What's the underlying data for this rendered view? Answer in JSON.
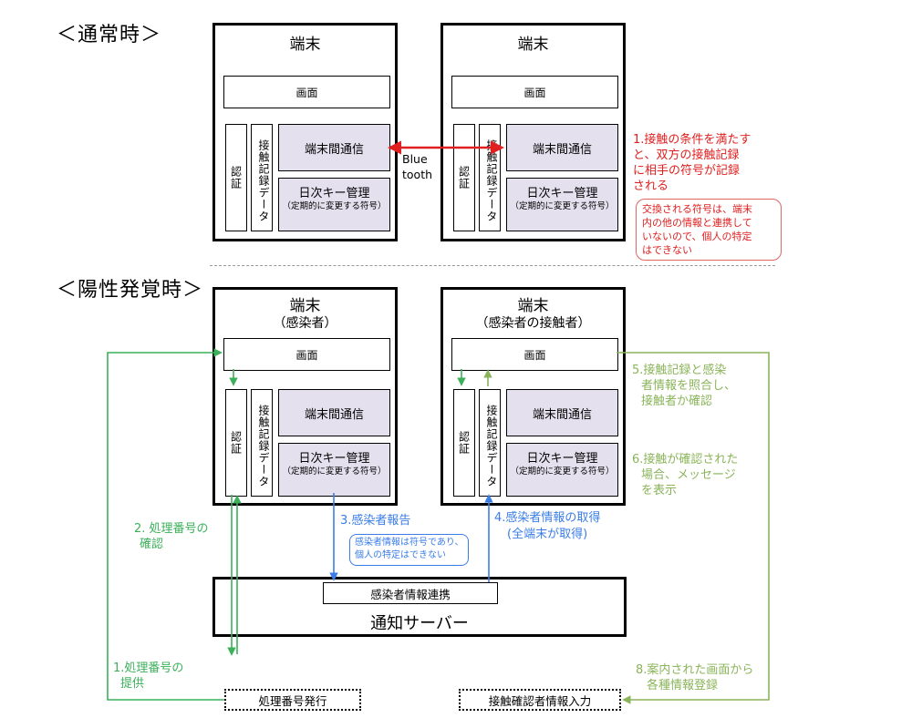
{
  "section_normal": "＜通常時＞",
  "section_positive": "＜陽性発覚時＞",
  "device_common": {
    "title": "端末",
    "screen": "画面",
    "auth": "認証",
    "contact_data": "接触記録データ",
    "comm": "端末間通信",
    "key_title": "日次キー管理",
    "key_sub": "（定期的に変更する符号）"
  },
  "bluetooth": "Blue tooth",
  "infected_device_sub": "（感染者）",
  "contact_device_sub": "（感染者の接触者）",
  "server": {
    "title": "通知サーバー",
    "link": "感染者情報連携"
  },
  "notes": {
    "n1_contact": [
      "1.接触の条件を満たす",
      "と、双方の接触記録",
      "に相手の符号が記録",
      "される"
    ],
    "n1_privacy": [
      "交換される符号は、端末",
      "内の他の情報と連携して",
      "いないので、個人の特定",
      "はできない"
    ],
    "n5": [
      "5.接触記録と感染",
      "者情報を照合し、",
      "接触者か確認"
    ],
    "n6": [
      "6.接触が確認された",
      "場合、メッセージ",
      "を表示"
    ],
    "n2": [
      "2. 処理番号の",
      "確認"
    ],
    "n3": "3.感染者報告",
    "n3_privacy": [
      "感染者情報は符号であり、",
      "個人の特定はできない"
    ],
    "n4": [
      "4.感染者情報の取得",
      "(全端末が取得)"
    ],
    "n1_process": [
      "1.処理番号の",
      "提供"
    ],
    "n8": [
      "8.案内された画面から",
      "各種情報登録"
    ]
  },
  "issue_box": "処理番号発行",
  "input_box": "接触確認者情報入力",
  "colors": {
    "red": "#e02020",
    "green": "#3cb05a",
    "blue": "#3a7de8",
    "olive": "#8ab45a",
    "box_fill": "#e4e0ee"
  }
}
